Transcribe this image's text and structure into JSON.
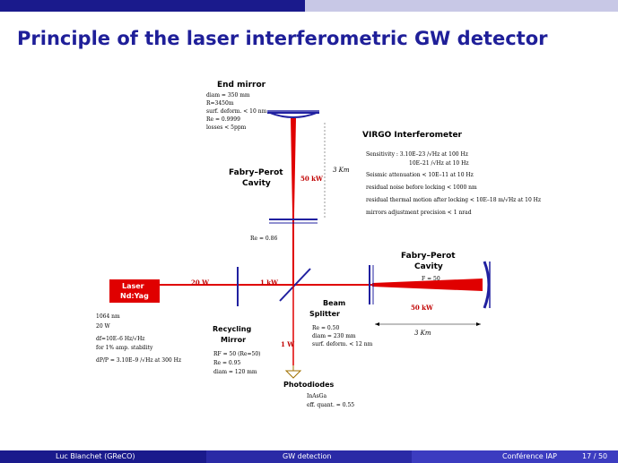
{
  "slide": {
    "title": "Principle of the laser interferometric GW detector",
    "colors": {
      "navy": "#1a1a8c",
      "title": "#1f1f99",
      "beam": "#e00000",
      "mirror": "#2020a0",
      "laser_box": "#e00000"
    }
  },
  "diagram": {
    "end_mirror": {
      "label": "End mirror",
      "specs": [
        "diam = 350 mm",
        "R=3450m",
        "surf. deform. < 10 nm",
        "Re = 0.9999",
        "losses < 5ppm"
      ]
    },
    "fabry_perot_vertical": {
      "label_line1": "Fabry–Perot",
      "label_line2": "Cavity",
      "power": "50 kW",
      "length": "3 Km"
    },
    "input_mirror_spec": "Re = 0.86",
    "virgo": {
      "title": "VIRGO Interferometer",
      "lines": [
        "Sensitivity : 3.10E–23 /√Hz at 100 Hz",
        "10E–21 /√Hz at 10 Hz",
        "Seismic attenuation < 10E–11 at 10 Hz",
        "residual noise before locking < 1000 nm",
        "residual thermal motion after locking < 10E–18 m/√Hz at 10 Hz",
        "mirrors adjustment precision < 1 nrad"
      ]
    },
    "fabry_perot_horizontal": {
      "label_line1": "Fabry–Perot",
      "label_line2": "Cavity",
      "spec": "F = 50",
      "power": "50 kW",
      "length": "3 Km"
    },
    "laser": {
      "label_line1": "Laser",
      "label_line2": "Nd:Yag",
      "specs": [
        "1064 nm",
        "20 W",
        "df=10E–6 Hz/√Hz",
        "for 1% amp. stability",
        "dP/P = 3.10E–9 /√Hz at 300 Hz"
      ]
    },
    "powers": {
      "laser_out": "20 W",
      "recycled": "1 kW",
      "to_photodiodes": "1 W"
    },
    "beam_splitter": {
      "label_line1": "Beam",
      "label_line2": "Splitter",
      "specs": [
        "Re = 0.50",
        "diam = 230 mm",
        "surf. deform. < 12 nm"
      ]
    },
    "recycling_mirror": {
      "label_line1": "Recycling",
      "label_line2": "Mirror",
      "specs": [
        "RF = 50 (Re=50)",
        "Re = 0.95",
        "diam = 120 mm"
      ]
    },
    "photodiodes": {
      "label": "Photodiodes",
      "specs": [
        "InAsGa",
        "eff. quant. = 0.55"
      ]
    }
  },
  "footer": {
    "author": "Luc Blanchet  (GReCO)",
    "center": "GW detection",
    "venue": "Conférence IAP",
    "page": "17 / 50"
  }
}
